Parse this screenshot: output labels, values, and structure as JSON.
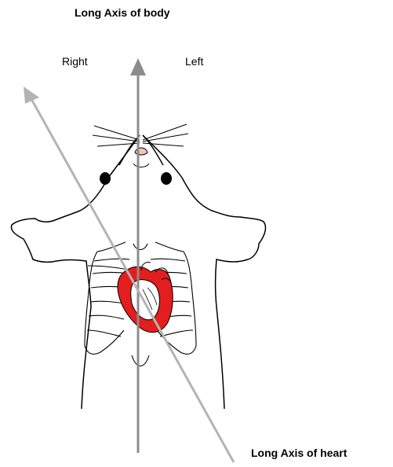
{
  "labels": {
    "body_axis": "Long Axis of body",
    "heart_axis": "Long Axis of heart",
    "right": "Right",
    "left": "Left"
  },
  "colors": {
    "body_axis_arrow": "#8c8c8c",
    "heart_axis_arrow": "#b4b4b4",
    "heart": "#e31e1e",
    "outline": "#000000",
    "nose": "#f2c4b8"
  }
}
